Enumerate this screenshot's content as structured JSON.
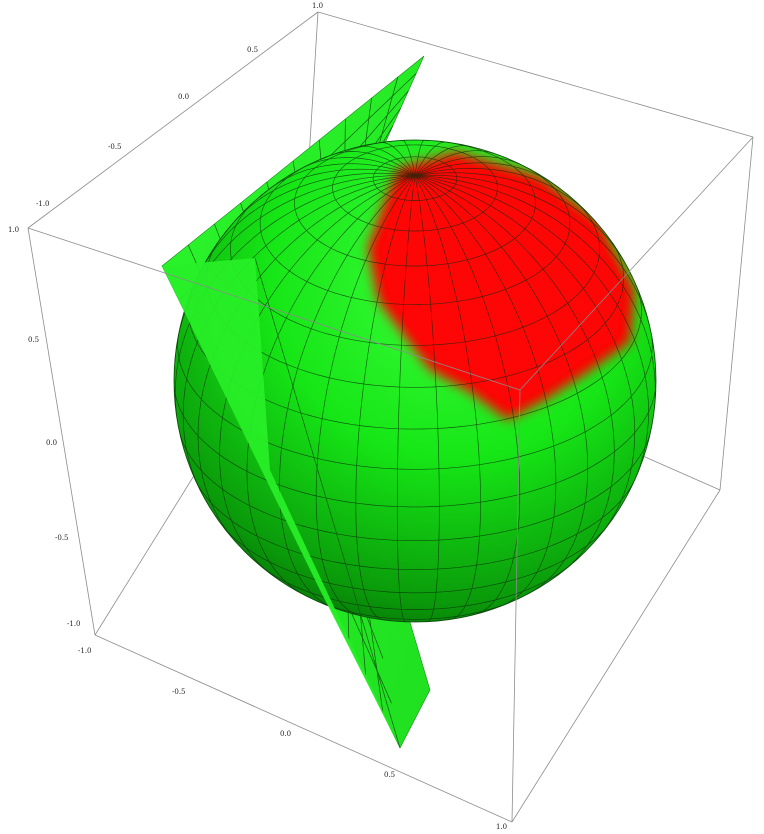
{
  "axis_ticks": {
    "top_axis": [
      "1.0",
      "0.5",
      "0.0",
      "-0.5",
      "-1.0"
    ],
    "left_axis": [
      "1.0",
      "0.5",
      "0.0",
      "-0.5",
      "-1.0"
    ],
    "bottom_axis": [
      "-1.0",
      "-0.5",
      "0.0",
      "0.5",
      "1.0"
    ]
  },
  "colors": {
    "sphere_green": "#16e616",
    "highlight_red": "#ff0606",
    "plane_green": "#28f028",
    "mesh": "#0c2a0c",
    "box": "#8c8c8c"
  }
}
